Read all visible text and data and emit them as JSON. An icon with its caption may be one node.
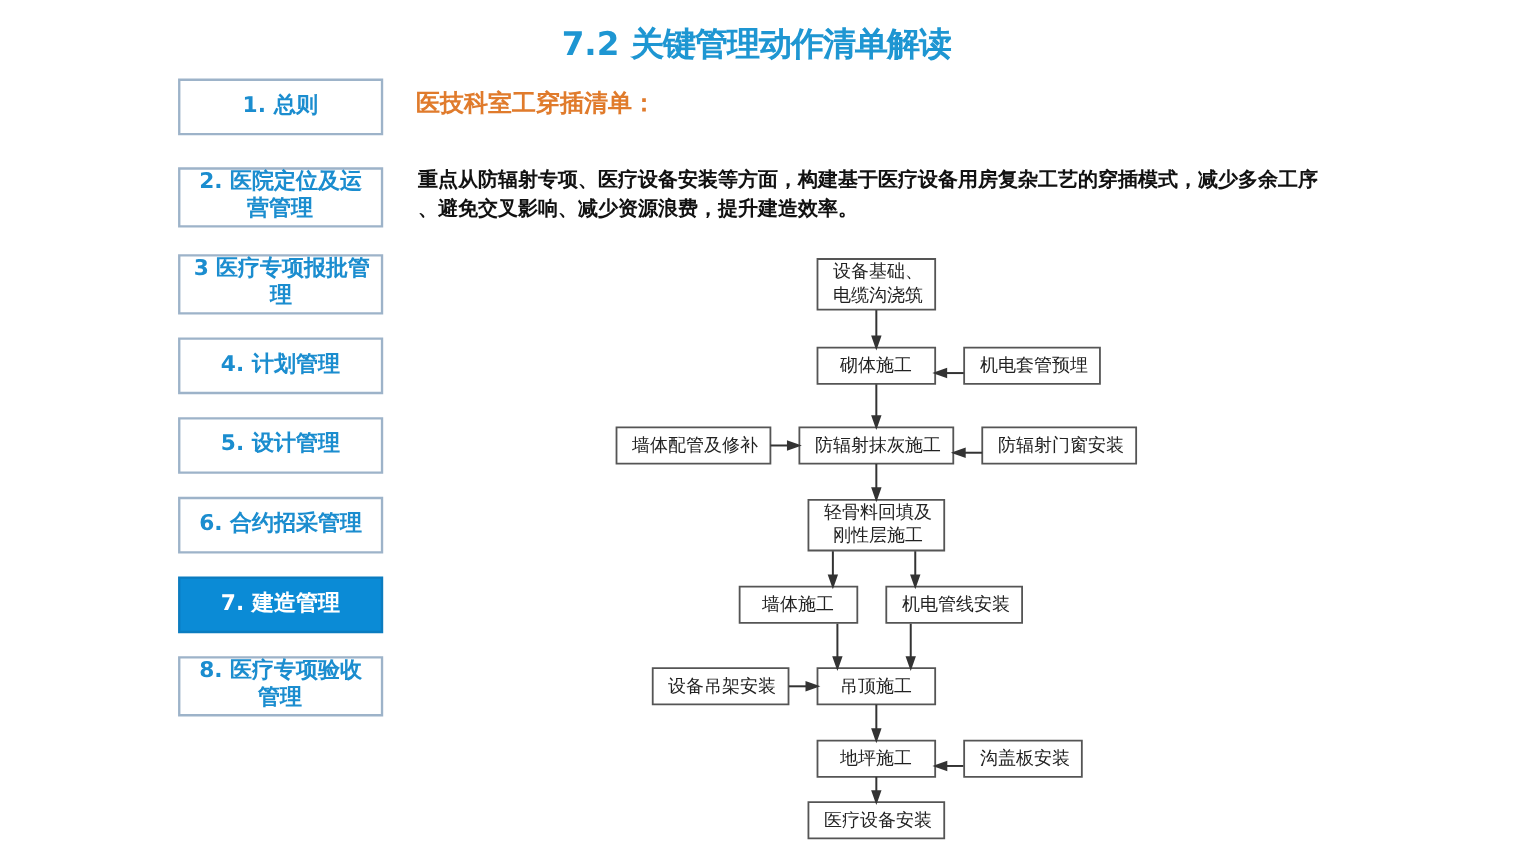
{
  "diagram": {
    "title": "7.2 关键管理动作清单解读",
    "nodes": [
      {
        "text": [
          "1. 总则"
        ]
      },
      {
        "text": [
          "2. 医院定位及运营管理"
        ]
      },
      {
        "text": [
          "3 医疗专项报批管理"
        ]
      },
      {
        "text": [
          "4. 计划管理"
        ]
      },
      {
        "text": [
          "5. 设计管理"
        ]
      },
      {
        "text": [
          "6. 合约招采管理"
        ]
      },
      {
        "text": [
          "7. 建造管理"
        ]
      },
      {
        "text": [
          "8. 医疗专项验收管理"
        ]
      },
      {
        "text": [
          "设备基础、电缆沟浇筑"
        ]
      },
      {
        "text": [
          "砌体施工"
        ]
      },
      {
        "text": [
          "机电套管预埋"
        ]
      },
      {
        "text": [
          "墙体配管及修补"
        ]
      },
      {
        "text": [
          "防辐射抹灰施工"
        ]
      },
      {
        "text": [
          "防辐射门窗安装"
        ]
      },
      {
        "text": [
          "轻骨料回填及刚性层施工"
        ]
      },
      {
        "text": [
          "墙体施工"
        ]
      },
      {
        "text": [
          "机电管线安装"
        ]
      },
      {
        "text": [
          "设备吊架安装"
        ]
      },
      {
        "text": [
          "吊顶施工"
        ]
      },
      {
        "text": [
          "地坪施工"
        ]
      },
      {
        "text": [
          "沟盖板安装"
        ]
      },
      {
        "text": [
          "医疗设备安装"
        ]
      }
    ],
    "edges": [
      {
        "from": 8,
        "to": 9,
        "arrow": "to"
      },
      {
        "from": 10,
        "to": 9,
        "arrow": "to"
      },
      {
        "from": 9,
        "to": 12,
        "arrow": "to"
      },
      {
        "from": 11,
        "to": 12,
        "arrow": "to"
      },
      {
        "from": 13,
        "to": 12,
        "arrow": "to"
      },
      {
        "from": 12,
        "to": 14,
        "arrow": "to"
      },
      {
        "from": 14,
        "to": 15,
        "arrow": "to"
      },
      {
        "from": 14,
        "to": 16,
        "arrow": "to"
      },
      {
        "from": 15,
        "to": 18,
        "arrow": "to"
      },
      {
        "from": 16,
        "to": 18,
        "arrow": "to"
      },
      {
        "from": 17,
        "to": 18,
        "arrow": "to"
      },
      {
        "from": 18,
        "to": 19,
        "arrow": "to"
      },
      {
        "from": 20,
        "to": 19,
        "arrow": "to"
      },
      {
        "from": 19,
        "to": 21,
        "arrow": "to"
      }
    ],
    "labels": [
      "医技科室工穿插清单：",
      "重点从防辐射专项、医疗设备安装等方面，构建基于医疗设备用房复杂工艺的穿插模式，减少多余工序、避免交叉影响、减少资源浪费，提升建造效率。"
    ]
  }
}
